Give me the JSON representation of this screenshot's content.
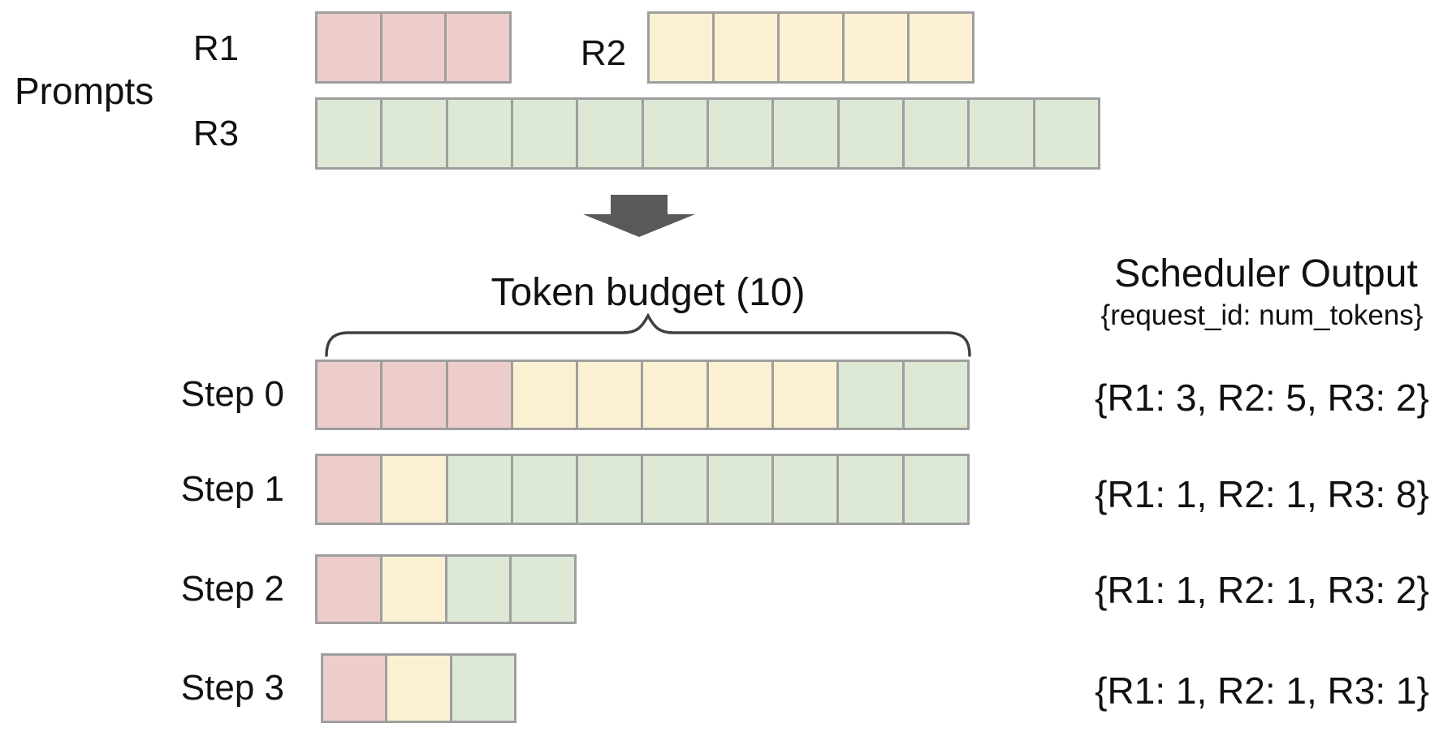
{
  "colors": {
    "r1": "#eccdcc",
    "r2": "#fbf1d2",
    "r3": "#dde8d5",
    "border": "#9e9e9e",
    "arrow": "#595959",
    "brace": "#404040",
    "text": "#111111"
  },
  "prompts": {
    "label": "Prompts",
    "r1": {
      "label": "R1",
      "num_tokens": 3
    },
    "r2": {
      "label": "R2",
      "num_tokens": 5
    },
    "r3": {
      "label": "R3",
      "num_tokens": 12
    }
  },
  "rows": {
    "r1": {
      "segments": [
        {
          "c": "r1",
          "n": 3
        }
      ]
    },
    "r2": {
      "segments": [
        {
          "c": "r2",
          "n": 5
        }
      ]
    },
    "r3": {
      "segments": [
        {
          "c": "r3",
          "n": 12
        }
      ]
    }
  },
  "token_budget": {
    "title": "Token budget (10)",
    "budget": 10
  },
  "scheduler_output": {
    "title": "Scheduler Output",
    "subtitle": "{request_id: num_tokens}"
  },
  "steps": [
    {
      "label": "Step 0",
      "allocation": {
        "R1": 3,
        "R2": 5,
        "R3": 2
      },
      "segments": [
        {
          "c": "r1",
          "n": 3
        },
        {
          "c": "r2",
          "n": 5
        },
        {
          "c": "r3",
          "n": 2
        }
      ],
      "output": "{R1: 3, R2: 5, R3: 2}"
    },
    {
      "label": "Step 1",
      "allocation": {
        "R1": 1,
        "R2": 1,
        "R3": 8
      },
      "segments": [
        {
          "c": "r1",
          "n": 1
        },
        {
          "c": "r2",
          "n": 1
        },
        {
          "c": "r3",
          "n": 8
        }
      ],
      "output": "{R1: 1, R2: 1, R3: 8}"
    },
    {
      "label": "Step 2",
      "allocation": {
        "R1": 1,
        "R2": 1,
        "R3": 2
      },
      "segments": [
        {
          "c": "r1",
          "n": 1
        },
        {
          "c": "r2",
          "n": 1
        },
        {
          "c": "r3",
          "n": 2
        }
      ],
      "output": "{R1: 1, R2: 1, R3: 2}"
    },
    {
      "label": "Step 3",
      "allocation": {
        "R1": 1,
        "R2": 1,
        "R3": 1
      },
      "segments": [
        {
          "c": "r1",
          "n": 1
        },
        {
          "c": "r2",
          "n": 1
        },
        {
          "c": "r3",
          "n": 1
        }
      ],
      "output": "{R1: 1, R2: 1, R3: 1}"
    }
  ]
}
